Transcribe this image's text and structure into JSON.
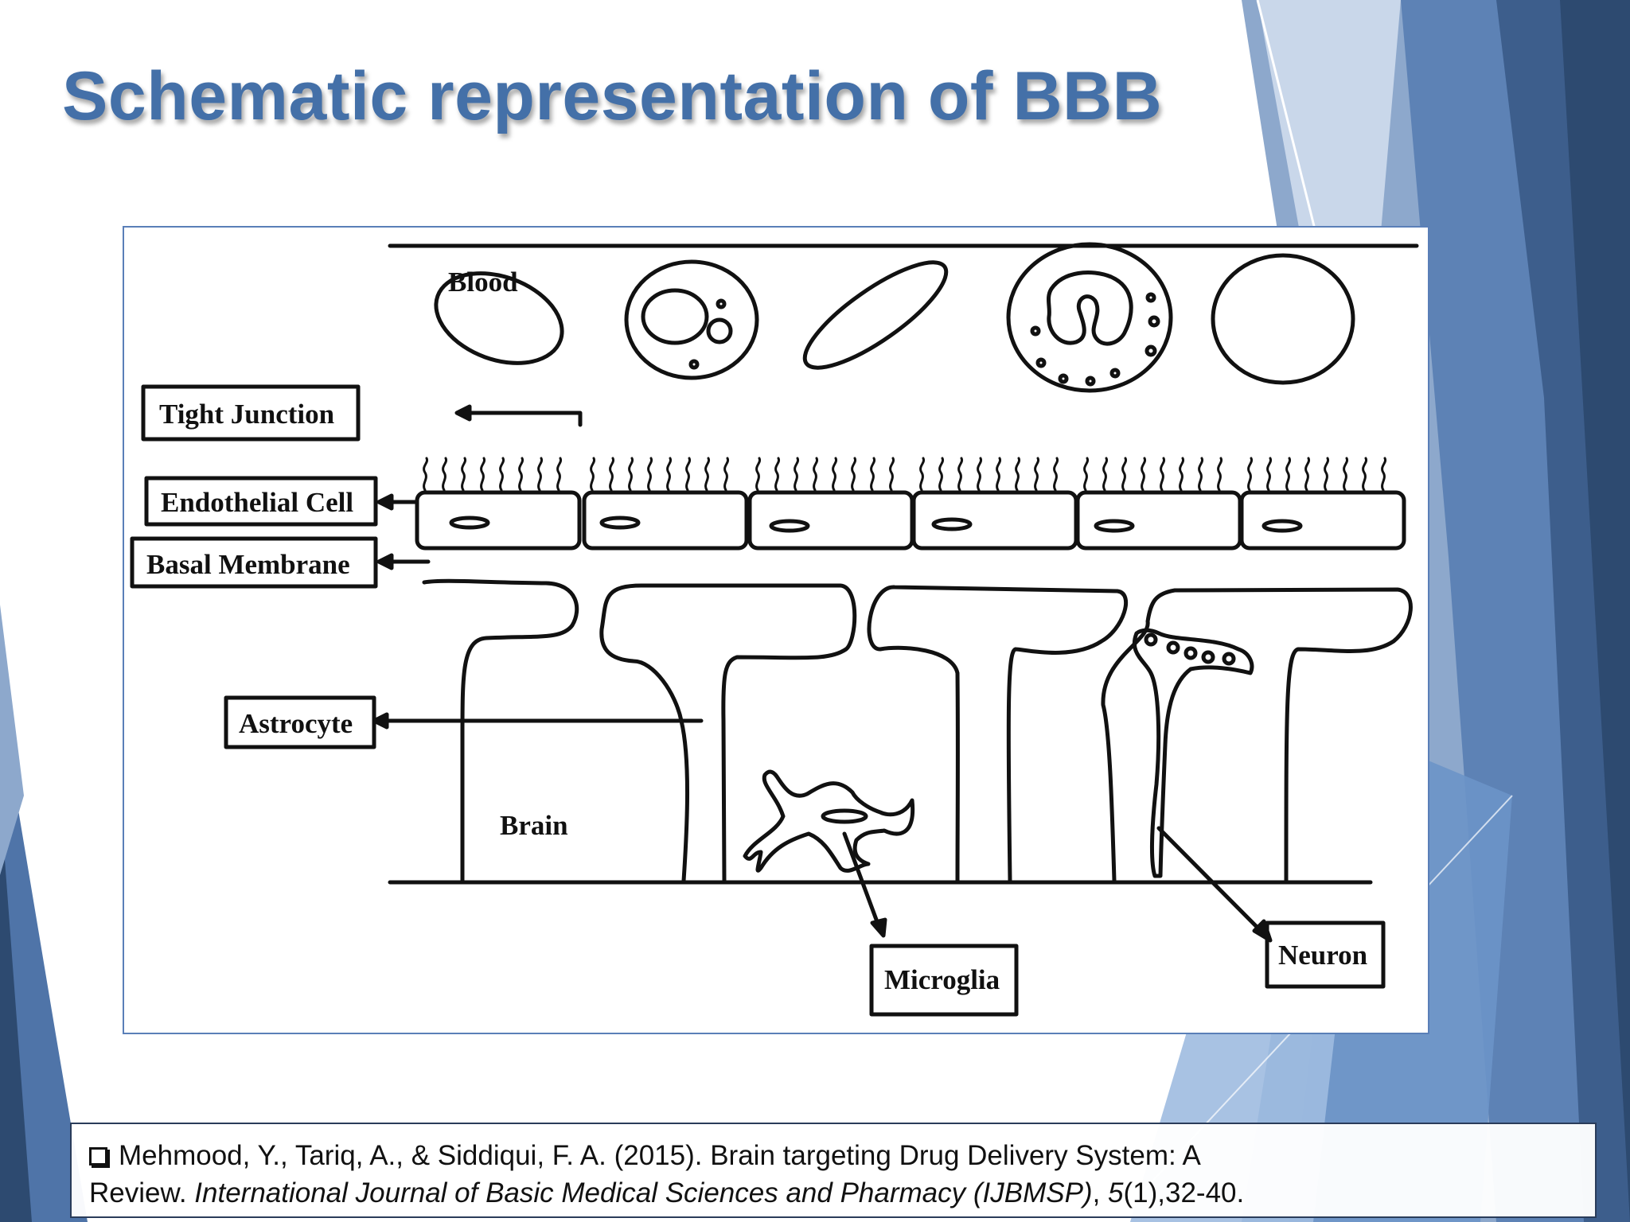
{
  "slide": {
    "title": "Schematic representation of BBB",
    "accent_color": "#4470a8"
  },
  "diagram": {
    "labels": {
      "blood": "Blood",
      "tight_junction": "Tight Junction",
      "endothelial_cell": "Endothelial Cell",
      "basal_membrane": "Basal Membrane",
      "astrocyte": "Astrocyte",
      "brain": "Brain",
      "microglia": "Microglia",
      "neuron": "Neuron"
    }
  },
  "citation": {
    "line1": "Mehmood, Y., Tariq, A., & Siddiqui, F. A. (2015). Brain targeting Drug Delivery System: A",
    "line2_prefix": "Review. ",
    "journal": "International Journal of Basic Medical Sciences and Pharmacy (IJBMSP)",
    "sep": ", ",
    "volume": "5",
    "issue_pages": "(1),32-40."
  }
}
